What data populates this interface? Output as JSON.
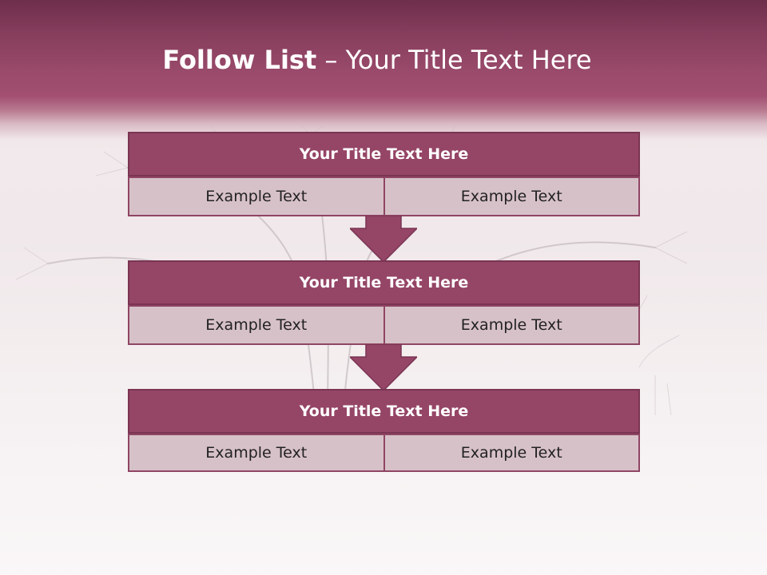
{
  "slide": {
    "title_bold": "Follow List",
    "title_rest": "– Your Title Text Here",
    "colors": {
      "header": "#9a4a6b",
      "block_head": "#954566",
      "block_cell": "#d7c1c8",
      "arrow": "#954566"
    }
  },
  "blocks": [
    {
      "title": "Your Title Text Here",
      "left": "Example Text",
      "right": "Example Text"
    },
    {
      "title": "Your Title Text Here",
      "left": "Example Text",
      "right": "Example Text"
    },
    {
      "title": "Your Title Text Here",
      "left": "Example Text",
      "right": "Example Text"
    }
  ],
  "arrows": [
    {
      "icon": "down-arrow-icon"
    },
    {
      "icon": "down-arrow-icon"
    }
  ]
}
